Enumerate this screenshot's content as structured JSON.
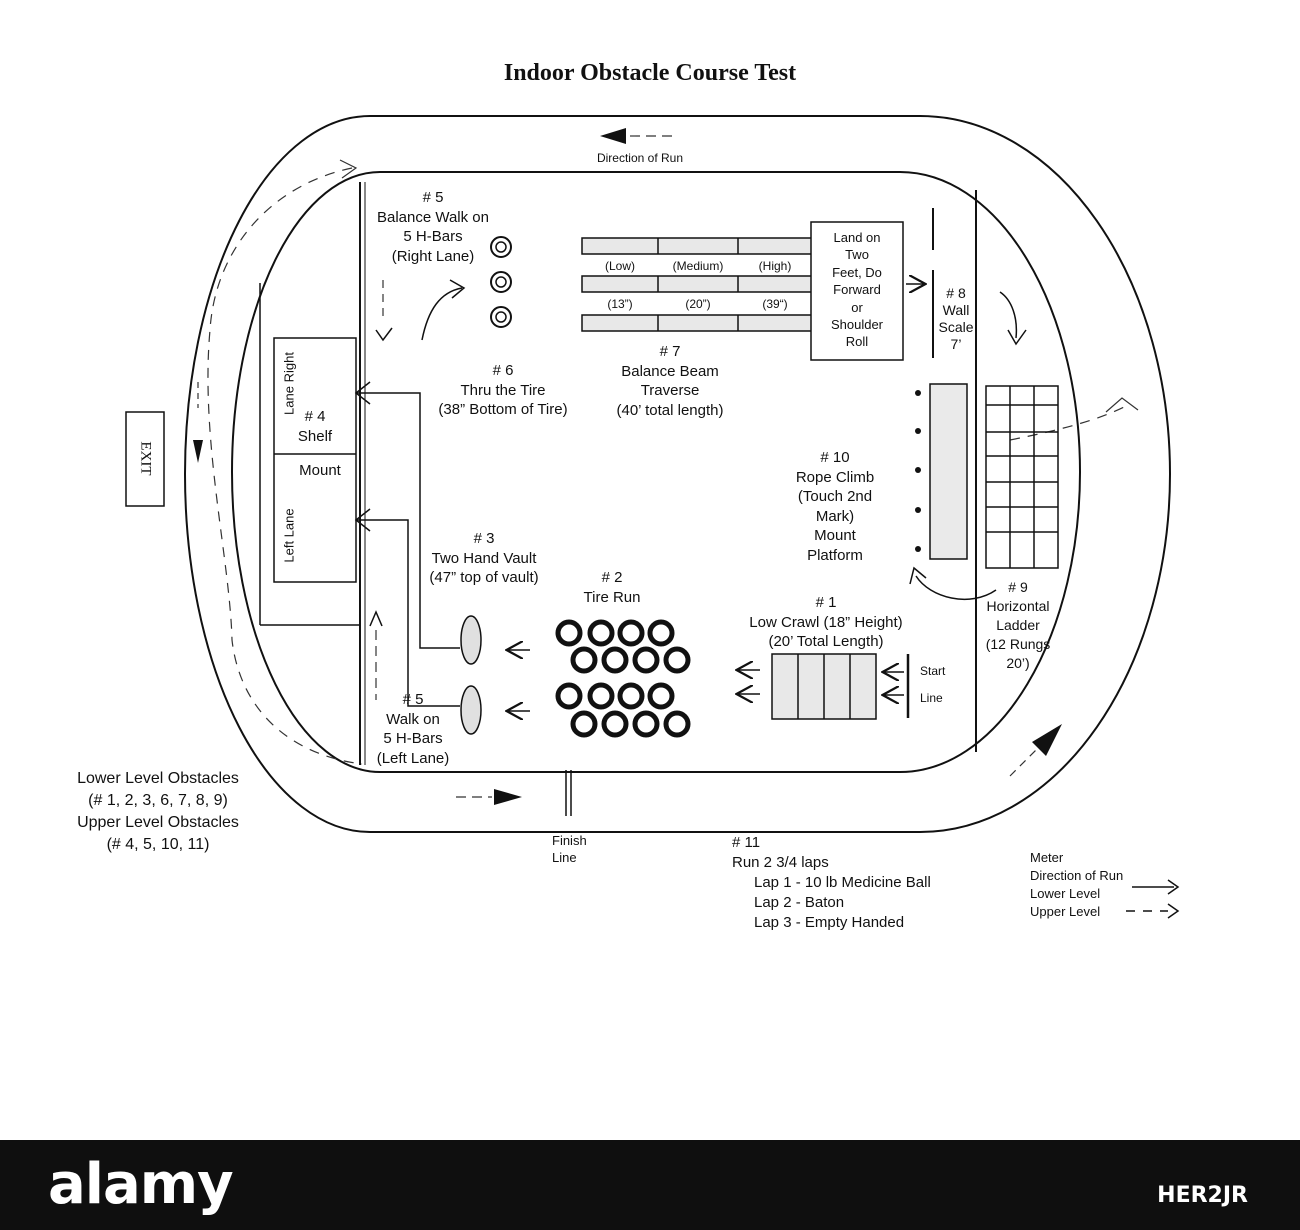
{
  "title": "Indoor Obstacle Course Test",
  "direction_of_run": "Direction of Run",
  "exit": "EXIT",
  "obstacles": {
    "o5_top": [
      "# 5",
      "Balance Walk on",
      "5 H-Bars",
      "(Right Lane)"
    ],
    "o6": [
      "# 6",
      "Thru the Tire",
      "(38” Bottom of Tire)"
    ],
    "o7": [
      "# 7",
      "Balance Beam",
      "Traverse",
      "(40’ total length)"
    ],
    "beam_levels": [
      "(Low)",
      "(Medium)",
      "(High)"
    ],
    "beam_heights": [
      "(13”)",
      "(20”)",
      "(39“)"
    ],
    "landing": [
      "Land on",
      "Two",
      "Feet, Do",
      "Forward",
      "or",
      "Shoulder",
      "Roll"
    ],
    "o8": [
      "# 8",
      "Wall",
      "Scale",
      "7’"
    ],
    "o4_lane_right": "Lane Right",
    "o4": [
      "# 4",
      "Shelf"
    ],
    "o4_mount": "Mount",
    "o4_left_lane": "Left Lane",
    "o10": [
      "# 10",
      "Rope Climb",
      "(Touch 2nd",
      "Mark)",
      "Mount",
      "Platform"
    ],
    "o3": [
      "# 3",
      "Two Hand Vault",
      "(47” top of vault)"
    ],
    "o2": [
      "# 2",
      "Tire Run"
    ],
    "o1": [
      "# 1",
      "Low Crawl (18” Height)",
      "(20’ Total Length)"
    ],
    "start": "Start",
    "line": "Line",
    "o9": [
      "# 9",
      "Horizontal",
      "Ladder",
      "(12 Rungs",
      "20’)"
    ],
    "o5_bottom": [
      "# 5",
      "Walk on",
      "5 H-Bars",
      "(Left Lane)"
    ]
  },
  "level_legend": [
    "Lower Level Obstacles",
    "(# 1, 2, 3, 6, 7, 8, 9)",
    "Upper Level Obstacles",
    "(# 4, 5, 10, 11)"
  ],
  "finish": [
    "Finish",
    "Line"
  ],
  "run": {
    "title": [
      "# 11",
      "Run 2 3/4 laps"
    ],
    "laps": [
      "Lap 1 - 10 lb Medicine Ball",
      "Lap 2 - Baton",
      "Lap 3 - Empty Handed"
    ]
  },
  "key": {
    "meter": "Meter",
    "direction": "Direction of Run",
    "lower": "Lower Level",
    "upper": "Upper Level"
  },
  "watermark": {
    "brand": "alamy",
    "stock_id": "HER2JR"
  }
}
